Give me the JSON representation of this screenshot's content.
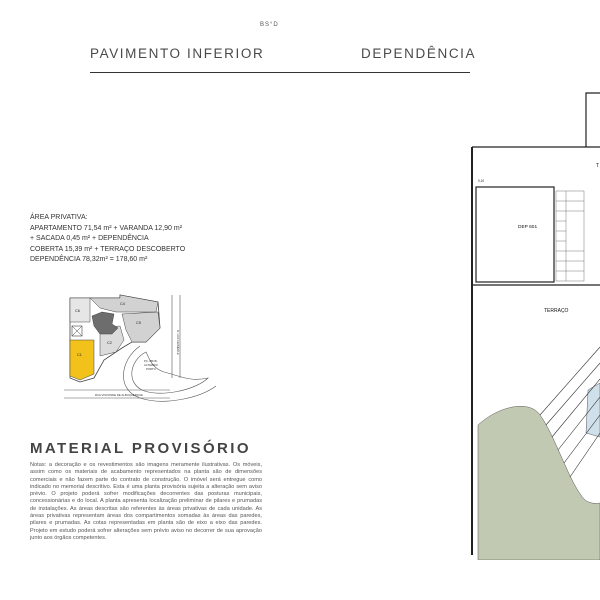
{
  "logo_text": "BS°D",
  "heading": {
    "left": "PAVIMENTO INFERIOR",
    "right": "DEPENDÊNCIA"
  },
  "area": {
    "lines": [
      "ÁREA PRIVATIVA:",
      "APARTAMENTO 71,54 m² + VARANDA 12,90 m²",
      "+ SACADA 0,45 m² + DEPENDÊNCIA",
      "COBERTA 15,39 m² + TERRAÇO DESCOBERTO",
      "DEPENDÊNCIA 78,32m² = 178,60 m²"
    ]
  },
  "keymap": {
    "labels": [
      "C4",
      "C6",
      "C5",
      "C2",
      "C1"
    ],
    "street_right": "R. LUIZ HEIMERLE",
    "square": [
      "PÇ. PROF.",
      "ALTAMIRO",
      "PORTO"
    ],
    "street_bottom": "RUA VISCONDE DE ALBUQUERQUE",
    "colors": {
      "highlight": "#f2c21b",
      "dark": "#6d6d6d",
      "light": "#d2d2d2"
    }
  },
  "material": {
    "title": "MATERIAL PROVISÓRIO",
    "notes": "Notas: a decoração e os revestimentos são imagens meramente ilustrativas. Os móveis, assim como os materiais de acabamento representados na planta são de dimensões comerciais e não fazem parte do contrato de construção. O imóvel será entregue como indicado no memorial descritivo. Esta é uma planta provisória sujeita a alteração sem aviso prévio. O projeto poderá sofrer modificações decorrentes das posturas municipais, concessionárias e do local. A planta apresenta localização preliminar de pilares e prumadas de instalações. As áreas descritas são referentes às áreas privativas de cada unidade. As áreas privativas representam áreas dos compartimentos somadas às áreas das paredes, pilares e prumadas. As cotas representadas em planta são de eixo a eixo das paredes. Projeto em estudo poderá sofrer alterações sem prévio aviso no decorrer de sua aprovação junto aos órgãos competentes."
  },
  "plan": {
    "rooms": {
      "dep": "DEP 601",
      "terraco": "TERRAÇO",
      "t": "T"
    },
    "marks": {
      "level": "0,10"
    },
    "colors": {
      "garden": "#c2c9b2",
      "water": "#cfe0ea",
      "wall": "#222222"
    }
  }
}
